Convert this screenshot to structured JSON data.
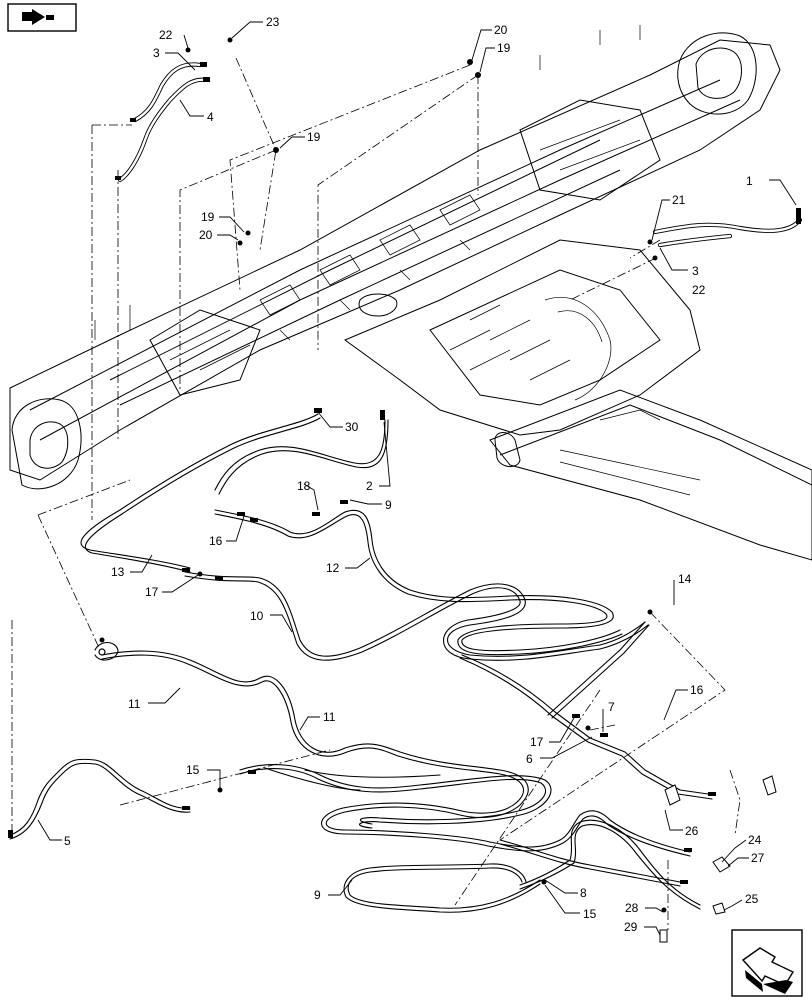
{
  "callouts": [
    {
      "id": "c1",
      "text": "1"
    },
    {
      "id": "c2",
      "text": "2"
    },
    {
      "id": "c3a",
      "text": "3"
    },
    {
      "id": "c3b",
      "text": "3"
    },
    {
      "id": "c4",
      "text": "4"
    },
    {
      "id": "c5",
      "text": "5"
    },
    {
      "id": "c6",
      "text": "6"
    },
    {
      "id": "c7",
      "text": "7"
    },
    {
      "id": "c8",
      "text": "8"
    },
    {
      "id": "c9a",
      "text": "9"
    },
    {
      "id": "c9b",
      "text": "9"
    },
    {
      "id": "c10",
      "text": "10"
    },
    {
      "id": "c11a",
      "text": "11"
    },
    {
      "id": "c11b",
      "text": "11"
    },
    {
      "id": "c12",
      "text": "12"
    },
    {
      "id": "c13",
      "text": "13"
    },
    {
      "id": "c14",
      "text": "14"
    },
    {
      "id": "c15a",
      "text": "15"
    },
    {
      "id": "c15b",
      "text": "15"
    },
    {
      "id": "c16a",
      "text": "16"
    },
    {
      "id": "c16b",
      "text": "16"
    },
    {
      "id": "c17a",
      "text": "17"
    },
    {
      "id": "c17b",
      "text": "17"
    },
    {
      "id": "c18",
      "text": "18"
    },
    {
      "id": "c19a",
      "text": "19"
    },
    {
      "id": "c19b",
      "text": "19"
    },
    {
      "id": "c19c",
      "text": "19"
    },
    {
      "id": "c20a",
      "text": "20"
    },
    {
      "id": "c20b",
      "text": "20"
    },
    {
      "id": "c21",
      "text": "21"
    },
    {
      "id": "c22a",
      "text": "22"
    },
    {
      "id": "c22b",
      "text": "22"
    },
    {
      "id": "c23",
      "text": "23"
    },
    {
      "id": "c24",
      "text": "24"
    },
    {
      "id": "c25",
      "text": "25"
    },
    {
      "id": "c26",
      "text": "26"
    },
    {
      "id": "c27",
      "text": "27"
    },
    {
      "id": "c28",
      "text": "28"
    },
    {
      "id": "c29",
      "text": "29"
    },
    {
      "id": "c30",
      "text": "30"
    }
  ],
  "icons": {
    "top_left": "book-arrow-icon",
    "bottom_right": "view-orientation-arrow-icon"
  },
  "colors": {
    "line": "#000000",
    "background": "#ffffff"
  }
}
